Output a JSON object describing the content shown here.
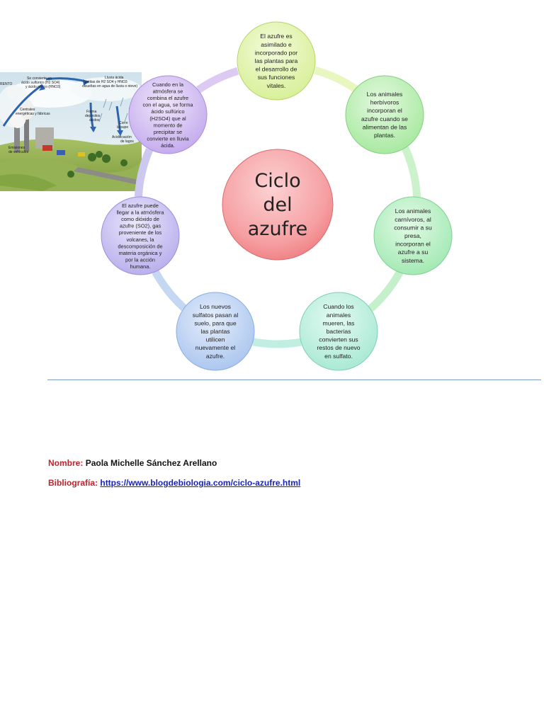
{
  "diagram": {
    "center": {
      "lines": [
        "Ciclo",
        "del",
        "azufre"
      ]
    },
    "nodes": [
      {
        "id": "asimilado",
        "lines": [
          "El azufre es",
          "asimilado e",
          "incorporado por",
          "las plantas para",
          "el desarrollo de",
          "sus funciones",
          "vitales."
        ]
      },
      {
        "id": "herbivoros",
        "lines": [
          "Los animales",
          "herbívoros",
          "incorporan el",
          "azufre cuando se",
          "alimentan de las",
          "plantas."
        ]
      },
      {
        "id": "carnivoros",
        "lines": [
          "Los animales",
          "carnívoros, al",
          "consumir a su",
          "presa,",
          "incorporan el",
          "azufre a su",
          "sistema."
        ]
      },
      {
        "id": "muerte",
        "lines": [
          "Cuando los",
          "animales",
          "mueren, las",
          "bacterias",
          "convierten sus",
          "restos de nuevo",
          "en sulfato."
        ]
      },
      {
        "id": "sulfatos",
        "lines": [
          "Los nuevos",
          "sulfatos pasan al",
          "suelo, para que",
          "las plantas",
          "utilicen",
          "nuevamente el",
          "azufre."
        ]
      },
      {
        "id": "volcanes",
        "lines": [
          "El azufre puede",
          "llegar a la atmósfera",
          "como dióxido de",
          "azufre (SO2), gas",
          "proveniente de los",
          "volcanes, la",
          "descomposición de",
          "materia orgánica y",
          "por la acción",
          "humana."
        ]
      },
      {
        "id": "lluvia",
        "lines": [
          "Cuando en la",
          "atmósfera se",
          "combina el azufre",
          "con el agua, se forma",
          "ácido sulfúrico",
          "(H2SO4) que al",
          "momento de",
          "precipitar se",
          "convierte en lluvia",
          "ácida."
        ]
      }
    ],
    "colors": {
      "center_fill": "#f58f93",
      "asimilado": "#dff2a4",
      "herbivoros": "#b8efb0",
      "carnivoros": "#b4f0c0",
      "muerte": "#b8efdd",
      "sulfatos": "#bcd3f4",
      "volcanes": "#c7c0f0",
      "lluvia": "#d4bff0",
      "ring_colors": [
        "#e8f6c0",
        "#ccf2cc",
        "#c4f0cc",
        "#c0efe2",
        "#c4d8f2",
        "#ccc8f0",
        "#dccaf2"
      ]
    }
  },
  "illustration": {
    "labels": [
      "RENTO",
      "Se convierte en",
      "ácido sulfúrico (H2 SO4)",
      "y ácido nítrico (HNO3)",
      "Lluvia ácida",
      "(gotitas de H2 SO4 y HNO3",
      "disueltas en agua de lluvia o nieve)",
      "Centrales",
      "energéticas y fábricas",
      "Forma",
      "depósitos",
      "ácidos",
      "Corre",
      "la supe",
      "Acidificación",
      "de lagos",
      "Emisiones",
      "de vehículos"
    ]
  },
  "footer": {
    "name_label": "Nombre:",
    "name_value": "Paola Michelle Sánchez Arellano",
    "bib_label": "Bibliografía:",
    "bib_value": "https://www.blogdebiologia.com/ciclo-azufre.html"
  }
}
